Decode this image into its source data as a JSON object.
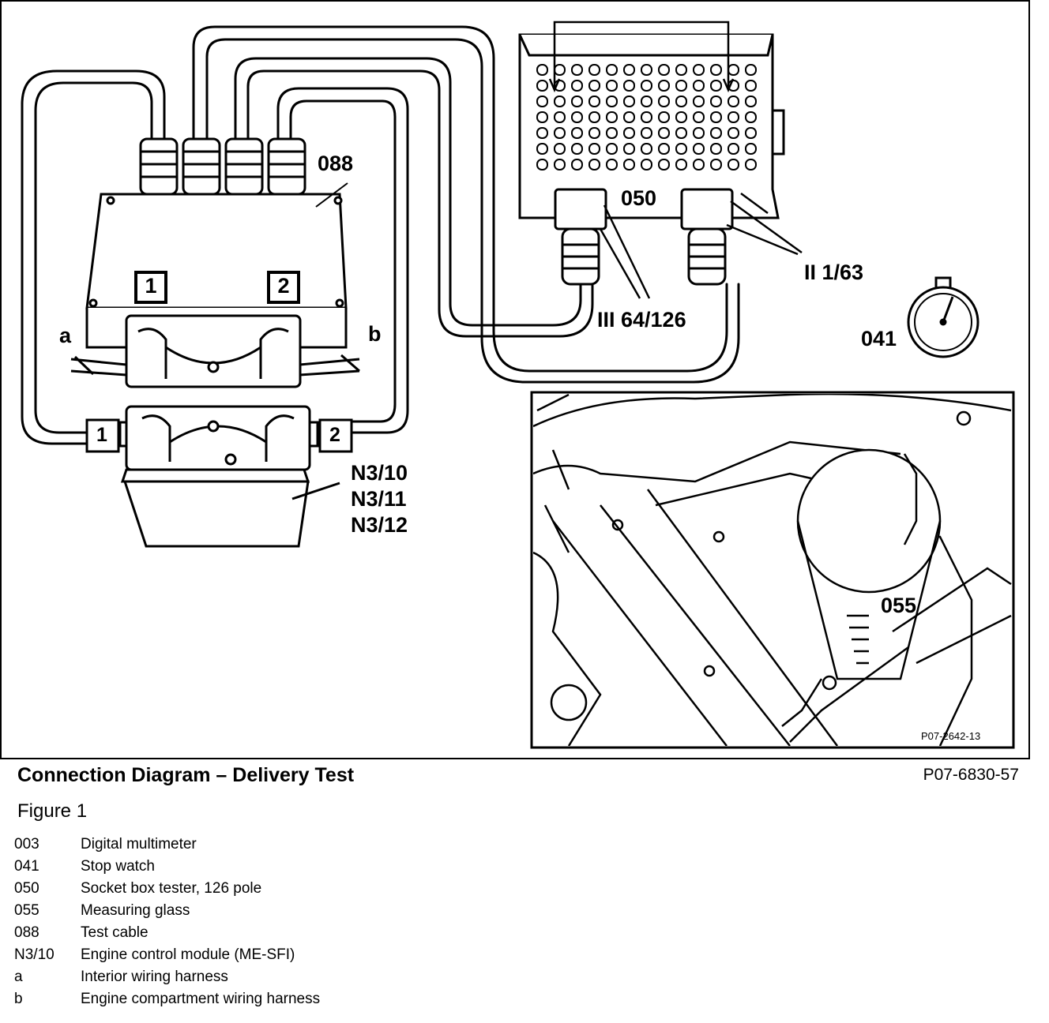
{
  "labels": {
    "test_cable": "088",
    "socket_box": "050",
    "stop_watch": "041",
    "measuring_glass": "055",
    "connector_1": "1",
    "connector_2": "2",
    "conn_ii": "II 1/63",
    "conn_iii": "III 64/126",
    "ecm_line1": "N3/10",
    "ecm_line2": "N3/11",
    "ecm_line3": "N3/12",
    "harness_a": "a",
    "harness_b": "b",
    "inset_ref": "P07-2642-13"
  },
  "caption": "Connection Diagram – Delivery Test",
  "figure_ref": "P07-6830-57",
  "figure_label": "Figure 1",
  "legend": [
    {
      "code": "003",
      "desc": "Digital multimeter"
    },
    {
      "code": "041",
      "desc": "Stop watch"
    },
    {
      "code": "050",
      "desc": "Socket box tester, 126 pole"
    },
    {
      "code": "055",
      "desc": "Measuring glass"
    },
    {
      "code": "088",
      "desc": "Test cable"
    },
    {
      "code": "N3/10",
      "desc": "Engine control module (ME-SFI)"
    },
    {
      "code": "a",
      "desc": "Interior wiring harness"
    },
    {
      "code": "b",
      "desc": "Engine compartment wiring harness"
    }
  ]
}
